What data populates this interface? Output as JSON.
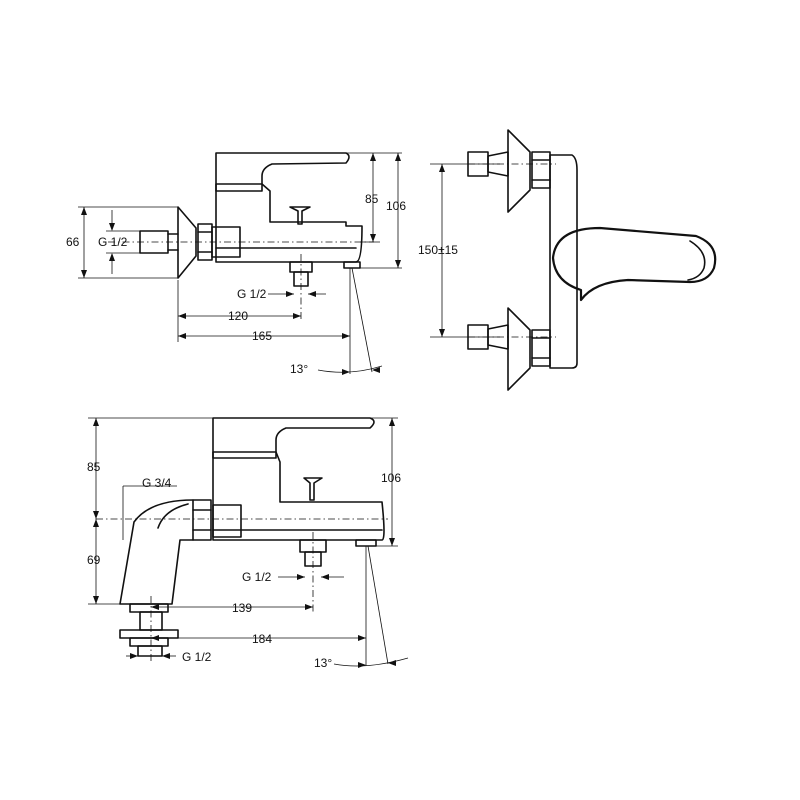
{
  "views": {
    "wall_side": {
      "dim_overall_height": "106",
      "dim_body_height": "85",
      "dim_inlet_height": "66",
      "inlet_thread": "G 1/2",
      "outlet_thread": "G 1/2",
      "dim_outlet_offset": "120",
      "dim_spout_reach": "165",
      "angle": "13°"
    },
    "wall_front": {
      "dim_inlet_spacing": "150±15"
    },
    "deck_side": {
      "dim_top_height": "85",
      "dim_inlet_height": "69",
      "dim_overall_height": "106",
      "inlet_thread": "G 3/4",
      "outlet_thread": "G 1/2",
      "base_thread": "G 1/2",
      "dim_outlet_offset": "139",
      "dim_spout_reach": "184",
      "angle": "13°"
    }
  }
}
